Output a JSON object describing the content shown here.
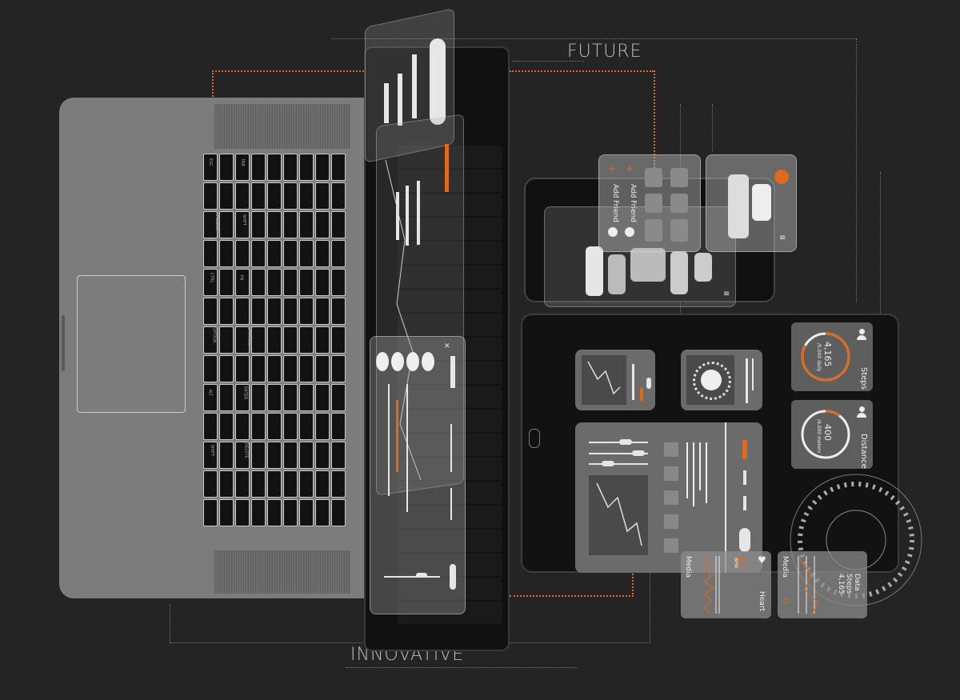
{
  "headlines": {
    "top": "FUTURE",
    "bottom": "INNOVATIVE"
  },
  "colors": {
    "background": "#242424",
    "accent": "#e06a1a",
    "laptop": "#7c7c7c",
    "screen": "#121212"
  },
  "keyboard": {
    "labels": [
      "ESC",
      "TAB",
      "CAPSLOCK",
      "SHIFT",
      "CTRL",
      "FN",
      "OPTION",
      "COMMAND",
      "ALT",
      "ENTER",
      "SHIFT",
      "DELETE"
    ]
  },
  "phone_widgets": {
    "add_friend_1": "Add Friend",
    "add_friend_2": "Add Friend"
  },
  "fitness": {
    "steps_value": "4,165",
    "steps_sub": "/5,000 daily",
    "steps_label": "Steps",
    "steps_progress": 0.83,
    "distance_value": "400",
    "distance_sub": "/4,000 meters",
    "distance_label": "Distance",
    "distance_progress": 0.1
  },
  "health_cards": {
    "media_1": "Media",
    "heart_label": "Heart",
    "heart_value": "92",
    "heart_unit": "BPM",
    "media_2": "Media",
    "data_label": "Data",
    "steps_label": "Steps",
    "steps_value": "4,165",
    "small_value": "75"
  },
  "icons": [
    "user-icon",
    "heart-icon",
    "menu-icon",
    "close-icon",
    "chevron-icon",
    "plus-icon"
  ]
}
